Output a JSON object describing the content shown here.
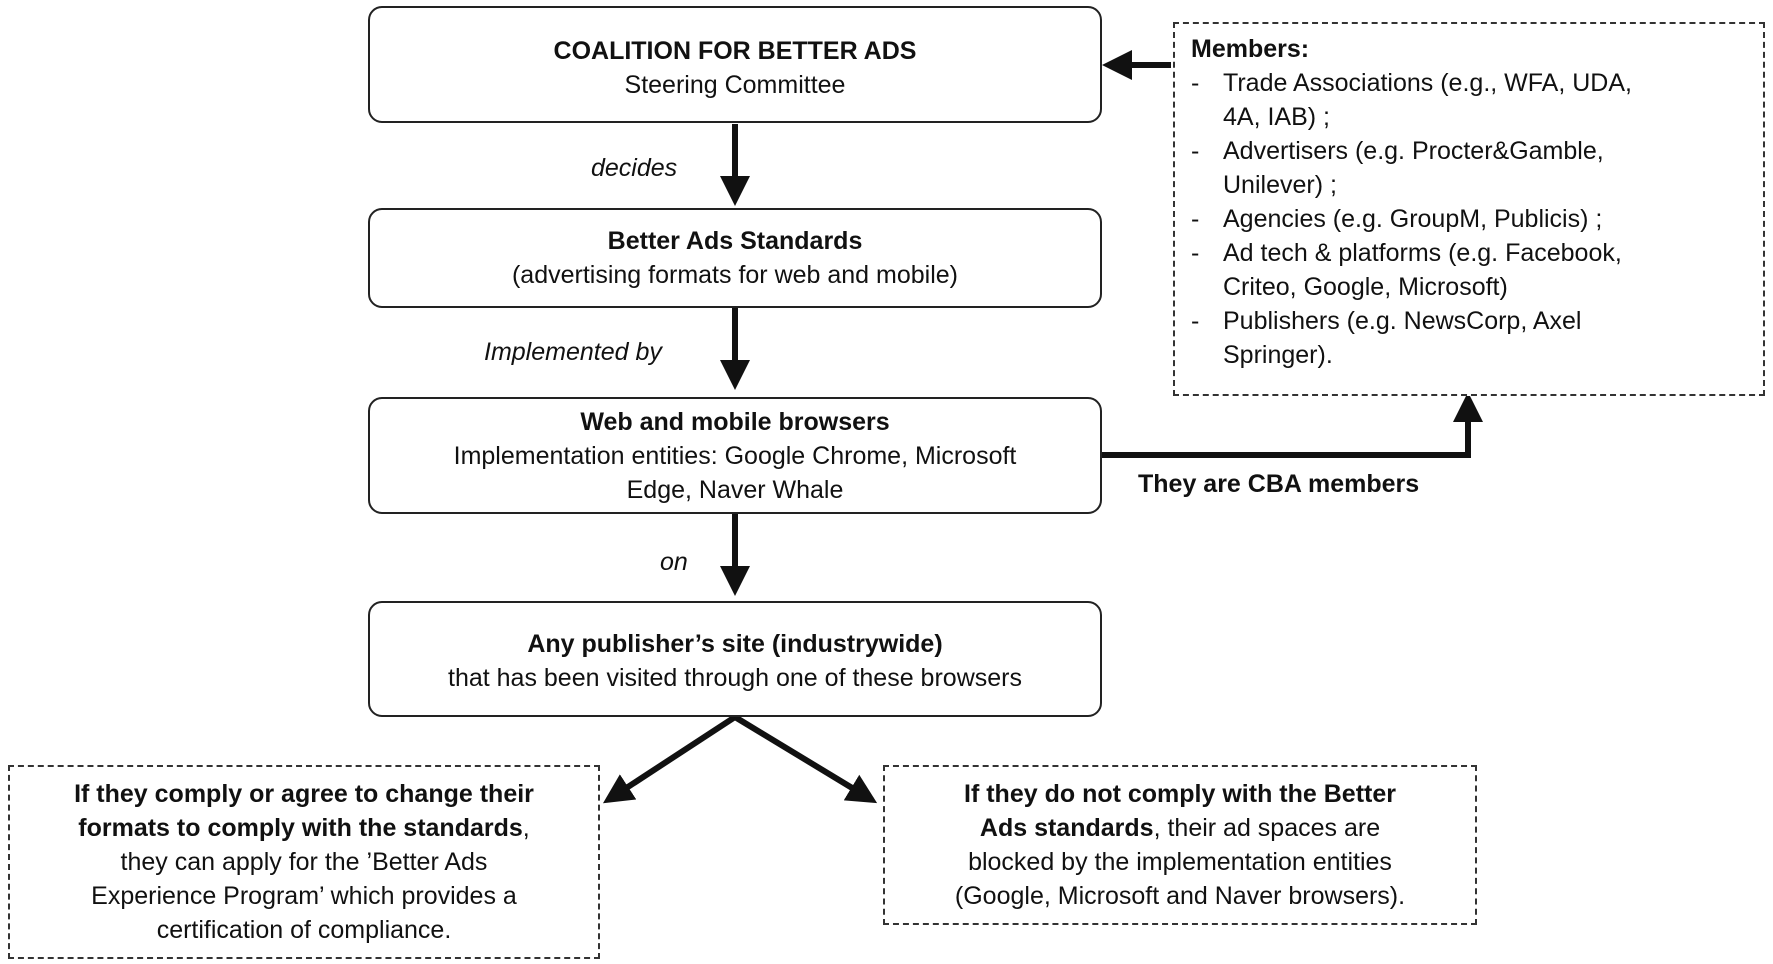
{
  "coalition": {
    "title": "COALITION FOR BETTER ADS",
    "subtitle": "Steering Committee"
  },
  "standards": {
    "title": "Better Ads Standards",
    "subtitle": "(advertising formats for web and mobile)"
  },
  "browsers": {
    "title": "Web and mobile browsers",
    "line1": "Implementation entities: Google Chrome, Microsoft",
    "line2": "Edge, Naver Whale"
  },
  "publisher": {
    "title": "Any publisher’s site (industrywide)",
    "subtitle": "that has been visited through one of these browsers"
  },
  "edges": {
    "decides": "decides",
    "implemented_by": "Implemented by",
    "on": "on",
    "cba_members": "They are CBA members"
  },
  "members": {
    "heading": "Members:",
    "dash": "-",
    "items": [
      {
        "l1": "Trade Associations (e.g., WFA, UDA,",
        "l2": "4A, IAB) ;"
      },
      {
        "l1": "Advertisers (e.g. Procter&Gamble,",
        "l2": "Unilever) ;"
      },
      {
        "l1": "Agencies (e.g. GroupM, Publicis) ;",
        "l2": ""
      },
      {
        "l1": "Ad tech & platforms (e.g. Facebook,",
        "l2": "Criteo, Google, Microsoft)"
      },
      {
        "l1": "Publishers (e.g. NewsCorp, Axel",
        "l2": "Springer)."
      }
    ]
  },
  "comply": {
    "bold1": "If they comply or agree to change their",
    "bold2": "formats to comply with the standards",
    "comma": ",",
    "l3": "they can apply for the ’Better Ads",
    "l4": "Experience Program’ which provides a",
    "l5": "certification of compliance."
  },
  "noncomply": {
    "bold1": "If they do not comply with the Better",
    "bold2": "Ads standards",
    "rest2": ", their ad spaces are",
    "l3": "blocked by the implementation entities",
    "l4": "(Google, Microsoft and Naver browsers)."
  }
}
